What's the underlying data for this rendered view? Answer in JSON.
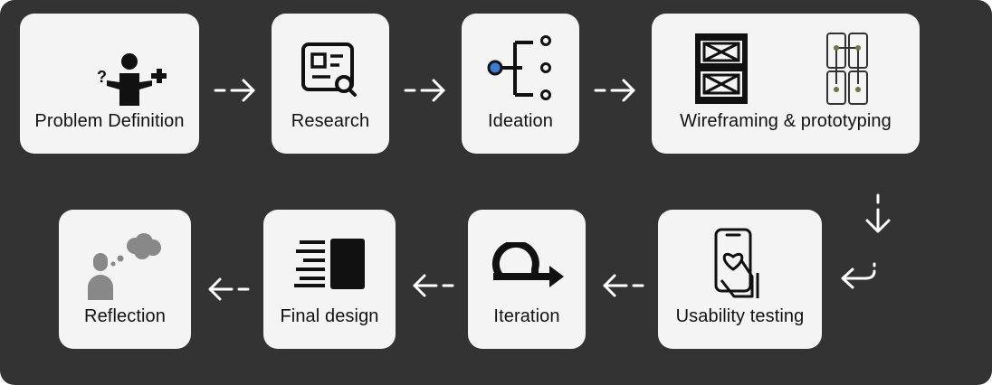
{
  "colors": {
    "background": "#333333",
    "card": "#f4f4f4",
    "text": "#111111",
    "arrow": "#ffffff",
    "accent": "#3a7bd5"
  },
  "steps": [
    {
      "label": "Problem Definition",
      "icon": "person-question-puzzle-icon"
    },
    {
      "label": "Research",
      "icon": "research-magnifier-icon"
    },
    {
      "label": "Ideation",
      "icon": "ideation-branch-icon"
    },
    {
      "label": "Wireframing & prototyping",
      "icon": "wireframe-prototype-icon"
    },
    {
      "label": "Usability testing",
      "icon": "phone-heart-icon"
    },
    {
      "label": "Iteration",
      "icon": "loop-arrow-icon"
    },
    {
      "label": "Final design",
      "icon": "layout-blocks-icon"
    },
    {
      "label": "Reflection",
      "icon": "thought-bubble-person-icon"
    }
  ]
}
